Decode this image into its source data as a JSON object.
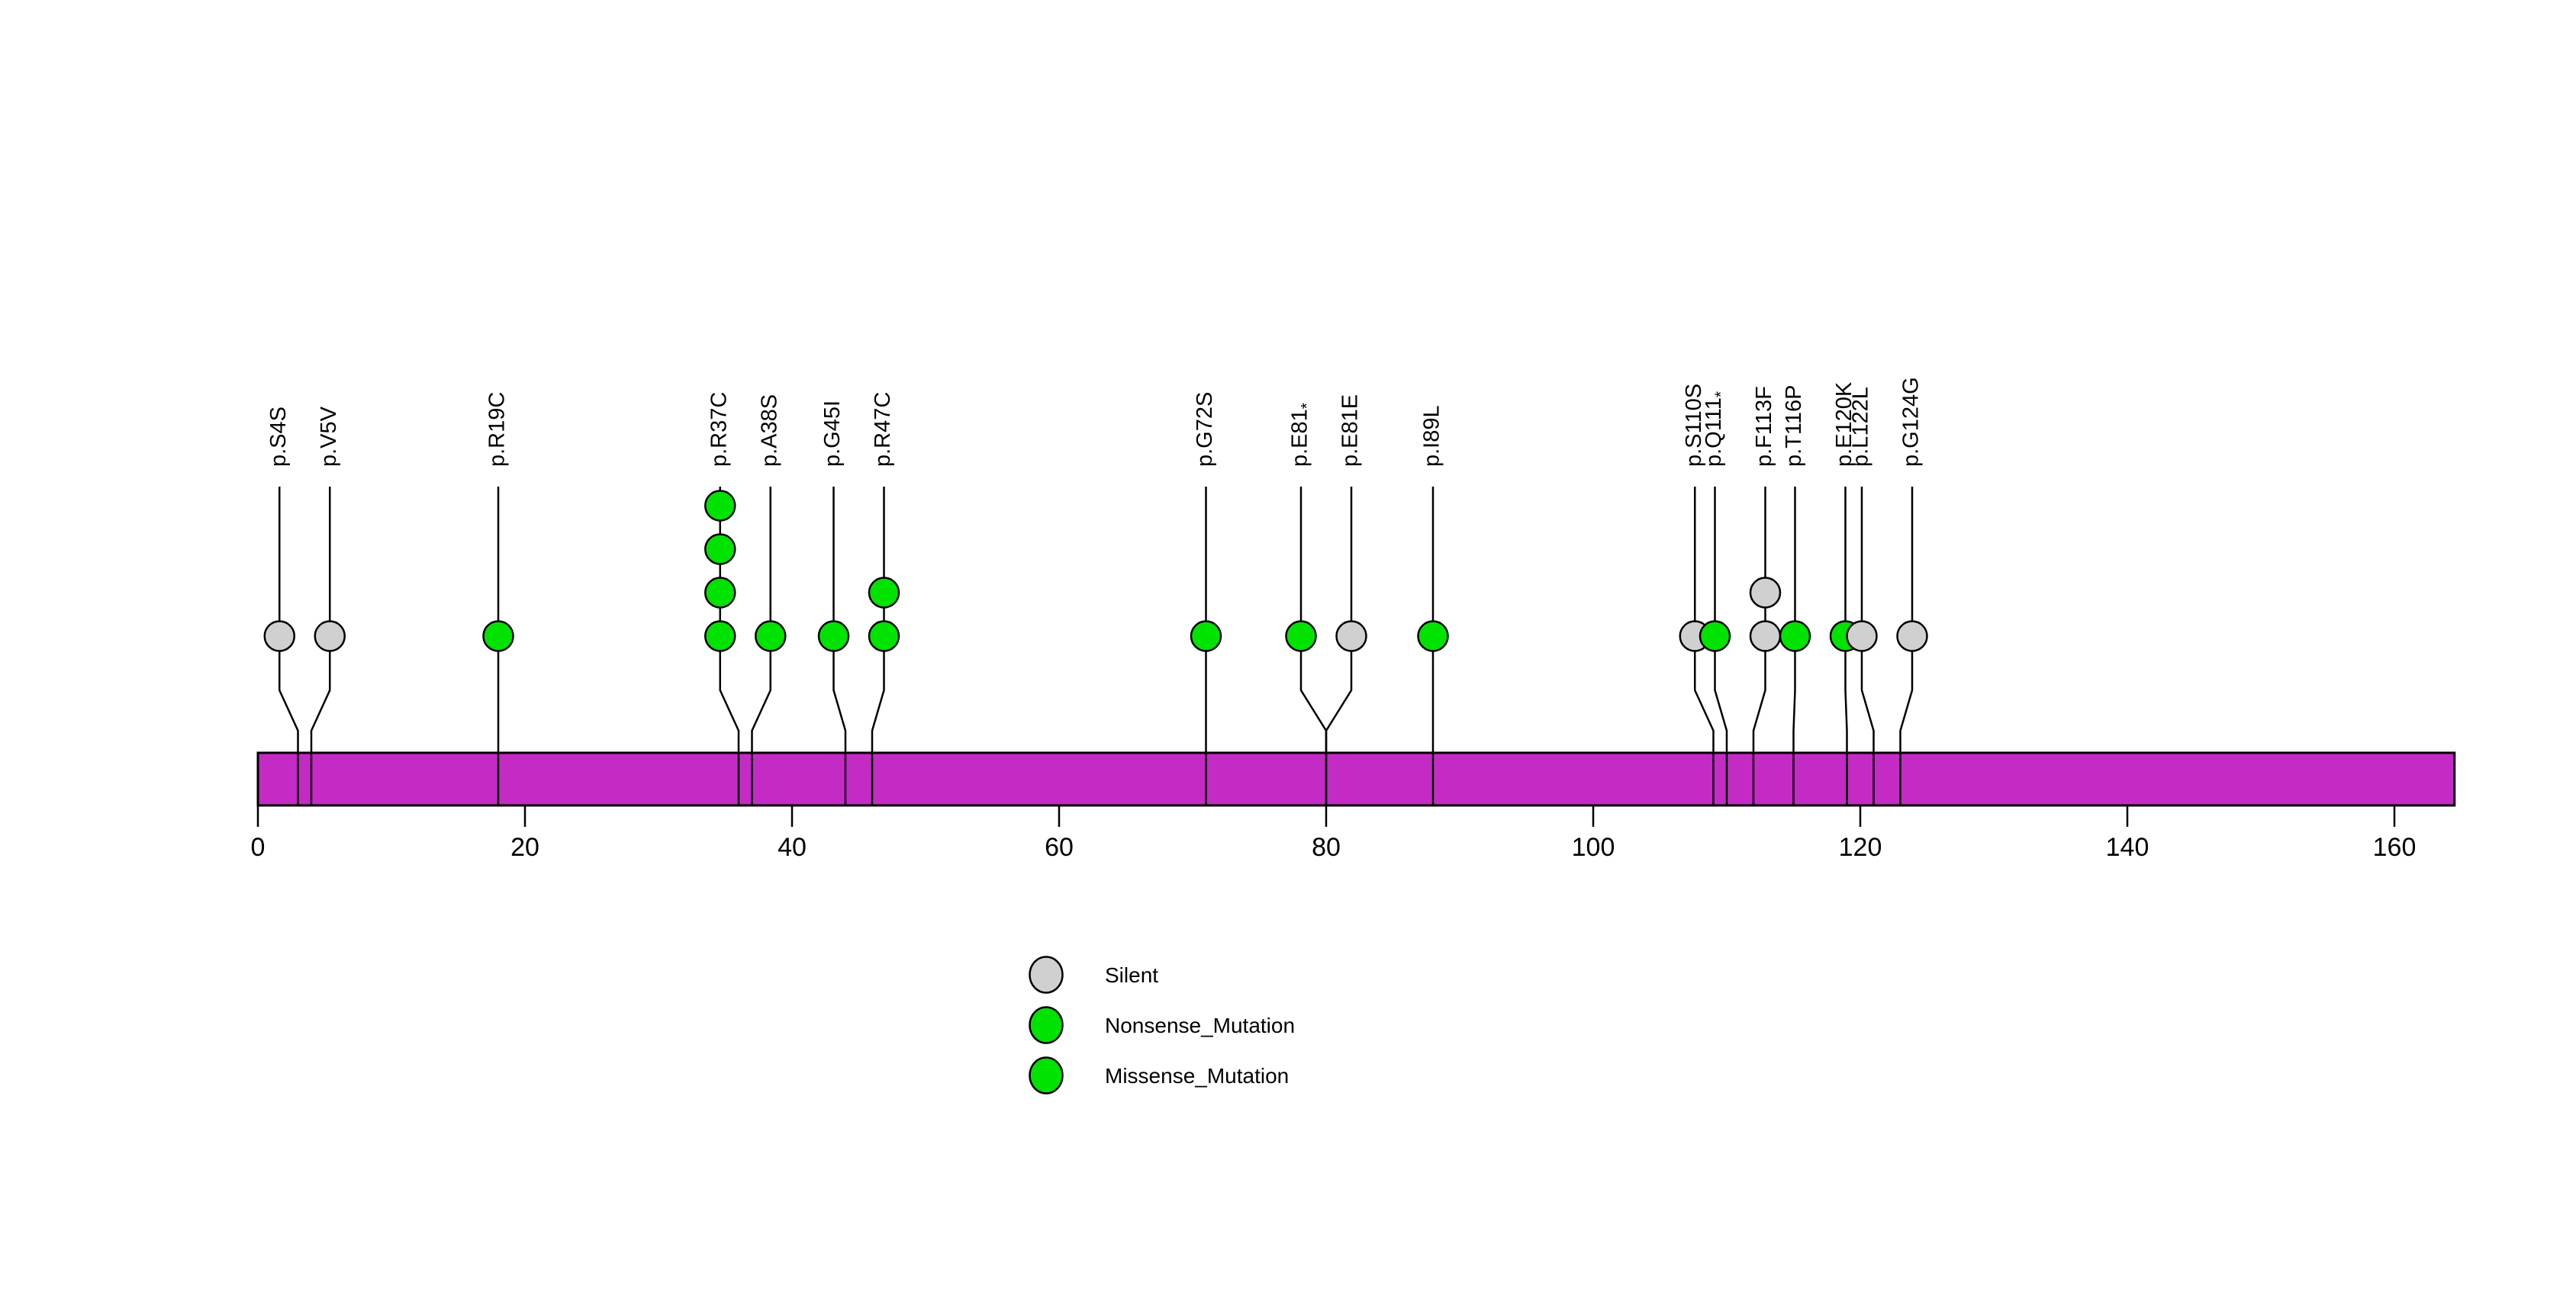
{
  "chart_data": {
    "type": "scatter",
    "subtype": "lollipop_mutation_diagram",
    "title": "",
    "xlabel": "",
    "ylabel": "",
    "grid": false,
    "legend_position": "bottom-center",
    "x_axis": {
      "min": 0,
      "max": 164.5,
      "ticks": [
        0,
        20,
        40,
        60,
        80,
        100,
        120,
        140,
        160
      ]
    },
    "protein_bar": {
      "axis_start": 0,
      "axis_end": 164.5,
      "color": "#C42BC4"
    },
    "mutation_type_colors": {
      "Silent": "#D0D0D0",
      "Nonsense_Mutation": "#00E300",
      "Missense_Mutation": "#00E300"
    },
    "mutations": [
      {
        "label": "p.S4S",
        "residue": 4,
        "count": 1,
        "type": "Silent"
      },
      {
        "label": "p.V5V",
        "residue": 5,
        "count": 1,
        "type": "Silent"
      },
      {
        "label": "p.R19C",
        "residue": 19,
        "count": 1,
        "type": "Missense_Mutation"
      },
      {
        "label": "p.R37C",
        "residue": 37,
        "count": 4,
        "type": "Missense_Mutation"
      },
      {
        "label": "p.A38S",
        "residue": 38,
        "count": 1,
        "type": "Missense_Mutation"
      },
      {
        "label": "p.G45I",
        "residue": 45,
        "count": 1,
        "type": "Missense_Mutation"
      },
      {
        "label": "p.R47C",
        "residue": 47,
        "count": 2,
        "type": "Missense_Mutation"
      },
      {
        "label": "p.G72S",
        "residue": 72,
        "count": 1,
        "type": "Missense_Mutation"
      },
      {
        "label": "p.E81*",
        "residue": 81,
        "count": 1,
        "type": "Nonsense_Mutation"
      },
      {
        "label": "p.E81E",
        "residue": 81,
        "count": 1,
        "type": "Silent"
      },
      {
        "label": "p.I89L",
        "residue": 89,
        "count": 1,
        "type": "Missense_Mutation"
      },
      {
        "label": "p.S110S",
        "residue": 110,
        "count": 1,
        "type": "Silent"
      },
      {
        "label": "p.Q111*",
        "residue": 111,
        "count": 1,
        "type": "Nonsense_Mutation"
      },
      {
        "label": "p.F113F",
        "residue": 113,
        "count": 2,
        "type": "Silent"
      },
      {
        "label": "p.T116P",
        "residue": 116,
        "count": 1,
        "type": "Missense_Mutation"
      },
      {
        "label": "p.E120K",
        "residue": 120,
        "count": 1,
        "type": "Missense_Mutation"
      },
      {
        "label": "p.L122L",
        "residue": 122,
        "count": 1,
        "type": "Silent"
      },
      {
        "label": "p.G124G",
        "residue": 124,
        "count": 1,
        "type": "Silent"
      }
    ]
  },
  "legend": {
    "items": [
      {
        "label": "Silent",
        "color": "#D0D0D0"
      },
      {
        "label": "Nonsense_Mutation",
        "color": "#00E300"
      },
      {
        "label": "Missense_Mutation",
        "color": "#00E300"
      }
    ]
  },
  "colors": {
    "background": "#FFFFFF",
    "stem": "#000000",
    "outline": "#000000"
  }
}
